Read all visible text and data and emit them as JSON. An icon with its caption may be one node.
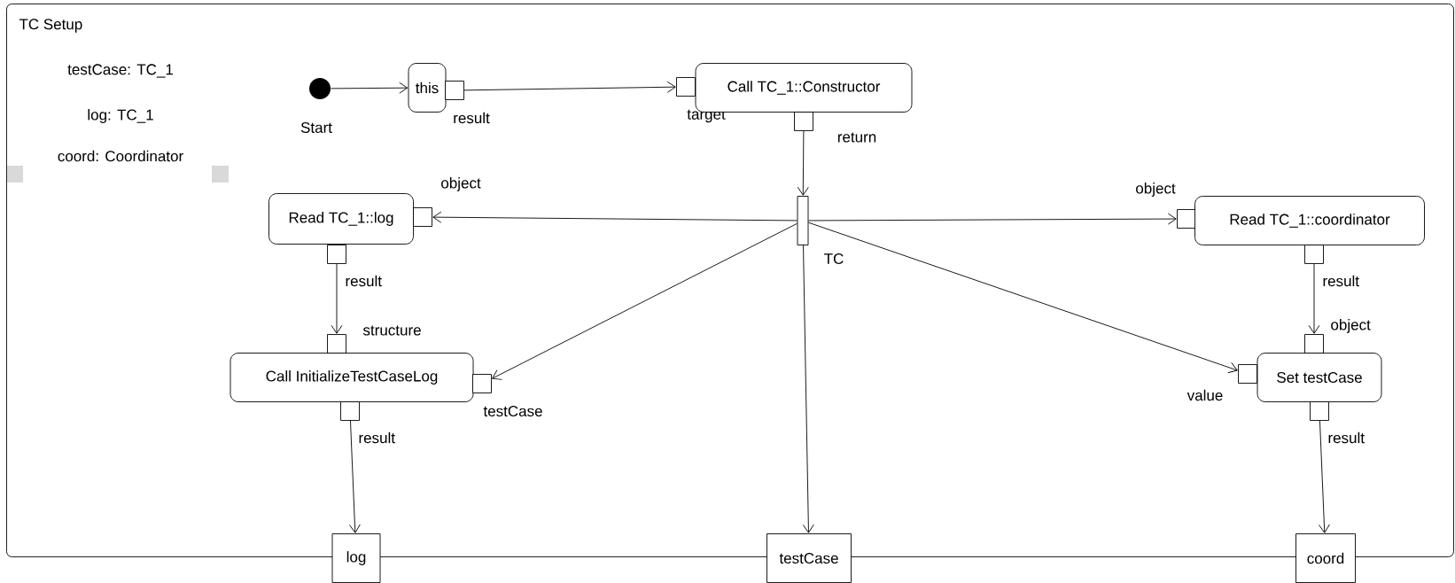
{
  "diagram": {
    "nodes": [
      {
        "text": [
          "TC Setup"
        ]
      },
      {
        "text": [
          "Start"
        ],
        "in": 0
      },
      {
        "text": [
          "this"
        ],
        "in": 0
      },
      {
        "text": [
          "result"
        ],
        "in": 0
      },
      {
        "text": [
          "target"
        ],
        "in": 0
      },
      {
        "text": [
          "Call TC_1::Constructor"
        ],
        "in": 0
      },
      {
        "text": [
          "return"
        ],
        "in": 0
      },
      {
        "text": [
          "object"
        ],
        "in": 0
      },
      {
        "text": [
          "Read TC_1::log"
        ],
        "in": 0
      },
      {
        "text": [
          "TC"
        ],
        "in": 0
      },
      {
        "text": [
          "object"
        ],
        "in": 0
      },
      {
        "text": [
          "Read TC_1::coordinator"
        ],
        "in": 0
      },
      {
        "text": [
          "result"
        ],
        "in": 0
      },
      {
        "text": [
          "result"
        ],
        "in": 0
      },
      {
        "text": [
          "structure"
        ],
        "in": 0
      },
      {
        "text": [
          "object"
        ],
        "in": 0
      },
      {
        "text": [
          "Call InitializeTestCaseLog"
        ],
        "in": 0
      },
      {
        "text": [
          "testCase"
        ],
        "in": 0
      },
      {
        "text": [
          "value"
        ],
        "in": 0
      },
      {
        "text": [
          "Set testCase"
        ],
        "in": 0
      },
      {
        "text": [
          "result"
        ],
        "in": 0
      },
      {
        "text": [
          "result"
        ],
        "in": 0
      },
      {
        "text": [
          "log"
        ]
      },
      {
        "text": [
          "testCase"
        ]
      },
      {
        "text": [
          "coord"
        ]
      }
    ],
    "edges": [
      {
        "from": 1,
        "to": 2,
        "arrow": "to"
      },
      {
        "from": 3,
        "to": 4,
        "arrow": "to"
      },
      {
        "from": 6,
        "to": 9,
        "arrow": "to"
      },
      {
        "from": 9,
        "to": 7,
        "arrow": "to"
      },
      {
        "from": 9,
        "to": 10,
        "arrow": "to"
      },
      {
        "from": 9,
        "to": 17,
        "arrow": "to"
      },
      {
        "from": 9,
        "to": 18,
        "arrow": "to"
      },
      {
        "from": 9,
        "to": 23,
        "arrow": "to"
      },
      {
        "from": 12,
        "to": 14,
        "arrow": "to"
      },
      {
        "from": 13,
        "to": 15,
        "arrow": "to"
      },
      {
        "from": 20,
        "to": 22,
        "arrow": "to"
      },
      {
        "from": 21,
        "to": 24,
        "arrow": "to"
      }
    ],
    "labels": [
      "testCase: TC_1",
      "log: TC_1",
      "coord: Coordinator"
    ]
  }
}
